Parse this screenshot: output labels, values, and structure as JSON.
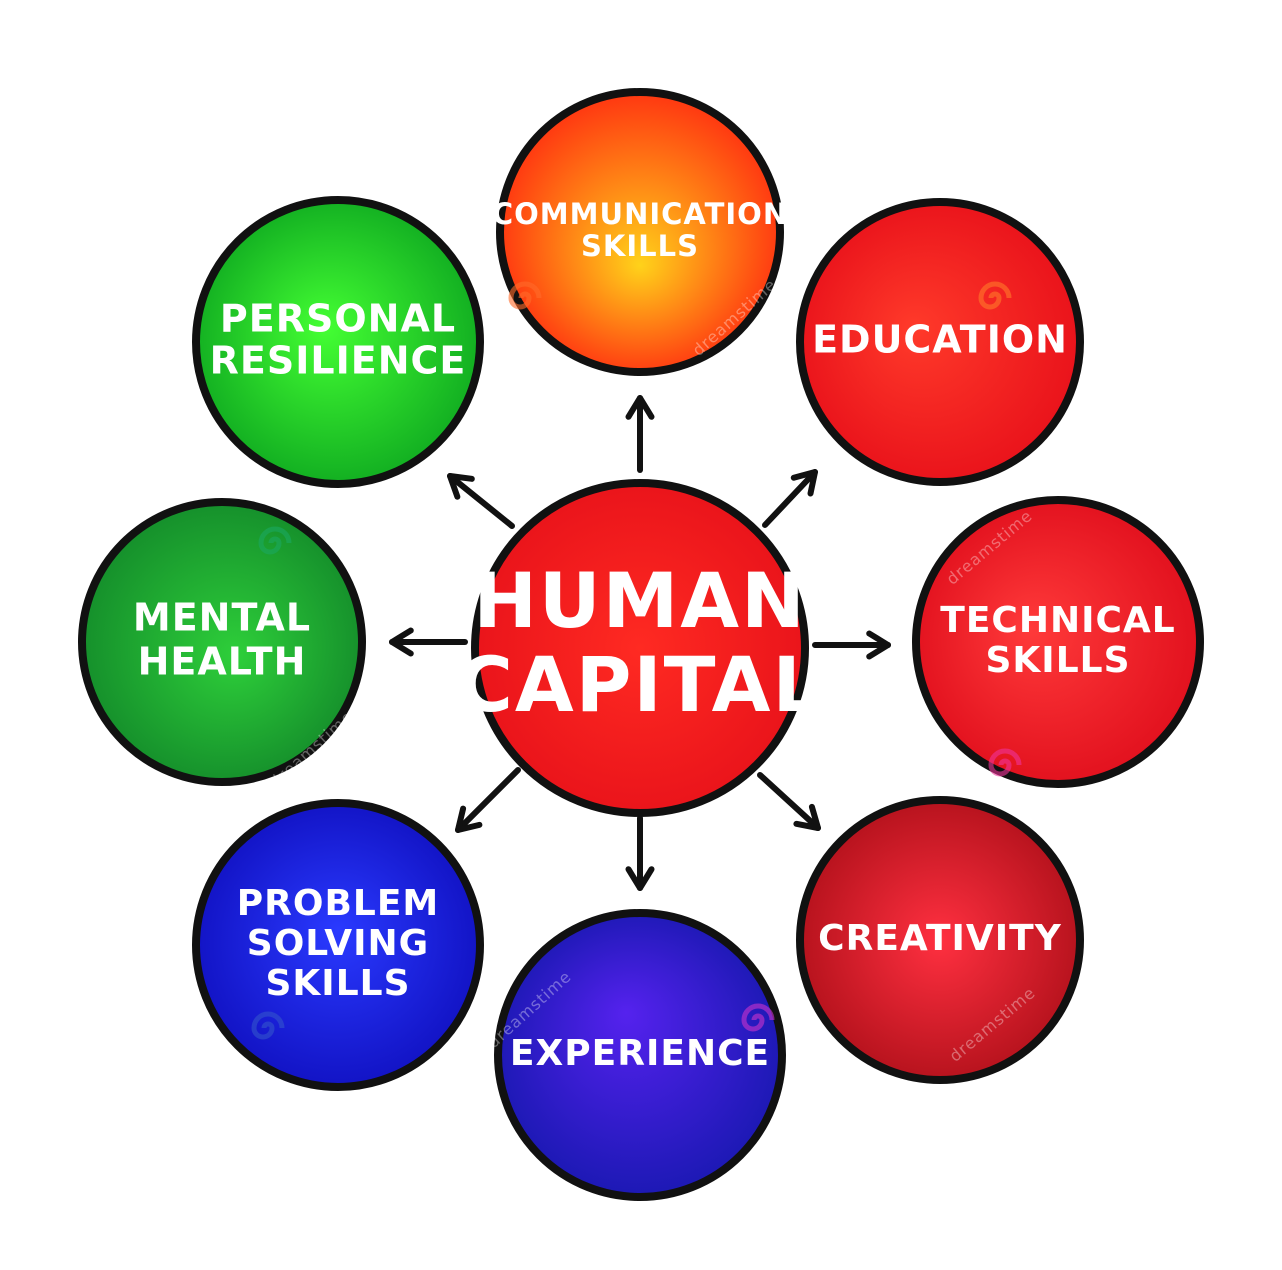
{
  "diagram": {
    "center": {
      "lines": [
        "HUMAN",
        "CAPITAL"
      ],
      "color": "#e8121a"
    },
    "nodes": [
      {
        "id": "communication-skills",
        "lines": [
          "COMMUNICATION",
          "SKILLS"
        ],
        "inner": "#ffd21a",
        "outer": "#ff2a10"
      },
      {
        "id": "education",
        "lines": [
          "EDUCATION"
        ],
        "inner": "#ff3a2a",
        "outer": "#e8101a"
      },
      {
        "id": "technical-skills",
        "lines": [
          "TECHNICAL",
          "SKILLS"
        ],
        "inner": "#ff3a3a",
        "outer": "#e00e1c"
      },
      {
        "id": "creativity",
        "lines": [
          "CREATIVITY"
        ],
        "inner": "#ff3040",
        "outer": "#b0101a"
      },
      {
        "id": "experience",
        "lines": [
          "EXPERIENCE"
        ],
        "inner": "#5522ee",
        "outer": "#1818b0"
      },
      {
        "id": "problem-solving-skills",
        "lines": [
          "PROBLEM",
          "SOLVING",
          "SKILLS"
        ],
        "inner": "#2a3aff",
        "outer": "#1010c0"
      },
      {
        "id": "mental-health",
        "lines": [
          "MENTAL",
          "HEALTH"
        ],
        "inner": "#2ecf3a",
        "outer": "#138a2a"
      },
      {
        "id": "personal-resilience",
        "lines": [
          "PERSONAL",
          "RESILIENCE"
        ],
        "inner": "#44ff33",
        "outer": "#0ea820"
      }
    ],
    "watermark": "dreamstime"
  }
}
